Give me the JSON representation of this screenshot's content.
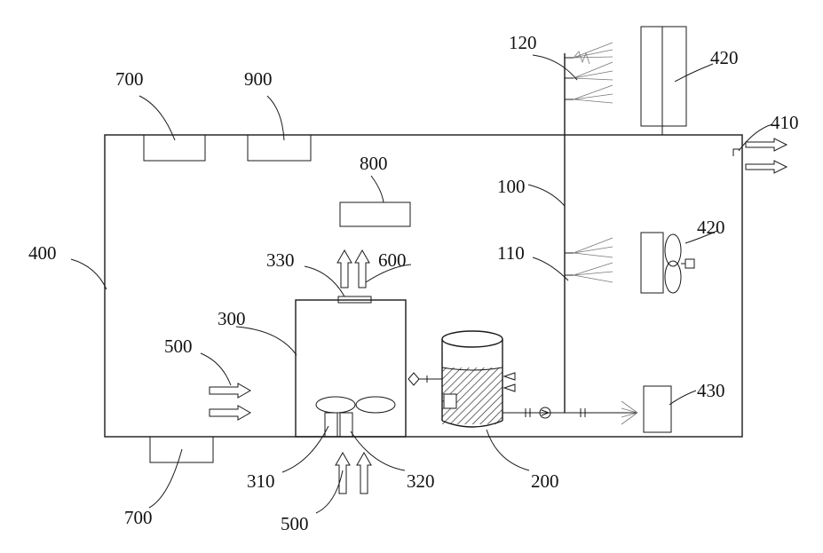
{
  "labels": {
    "l120": "120",
    "l420_top": "420",
    "l410": "410",
    "l700_top": "700",
    "l900": "900",
    "l800": "800",
    "l100": "100",
    "l420_mid": "420",
    "l400": "400",
    "l330": "330",
    "l600": "600",
    "l110": "110",
    "l300": "300",
    "l500_left": "500",
    "l430": "430",
    "l310": "310",
    "l320": "320",
    "l200": "200",
    "l700_bottom": "700",
    "l500_bottom": "500"
  }
}
